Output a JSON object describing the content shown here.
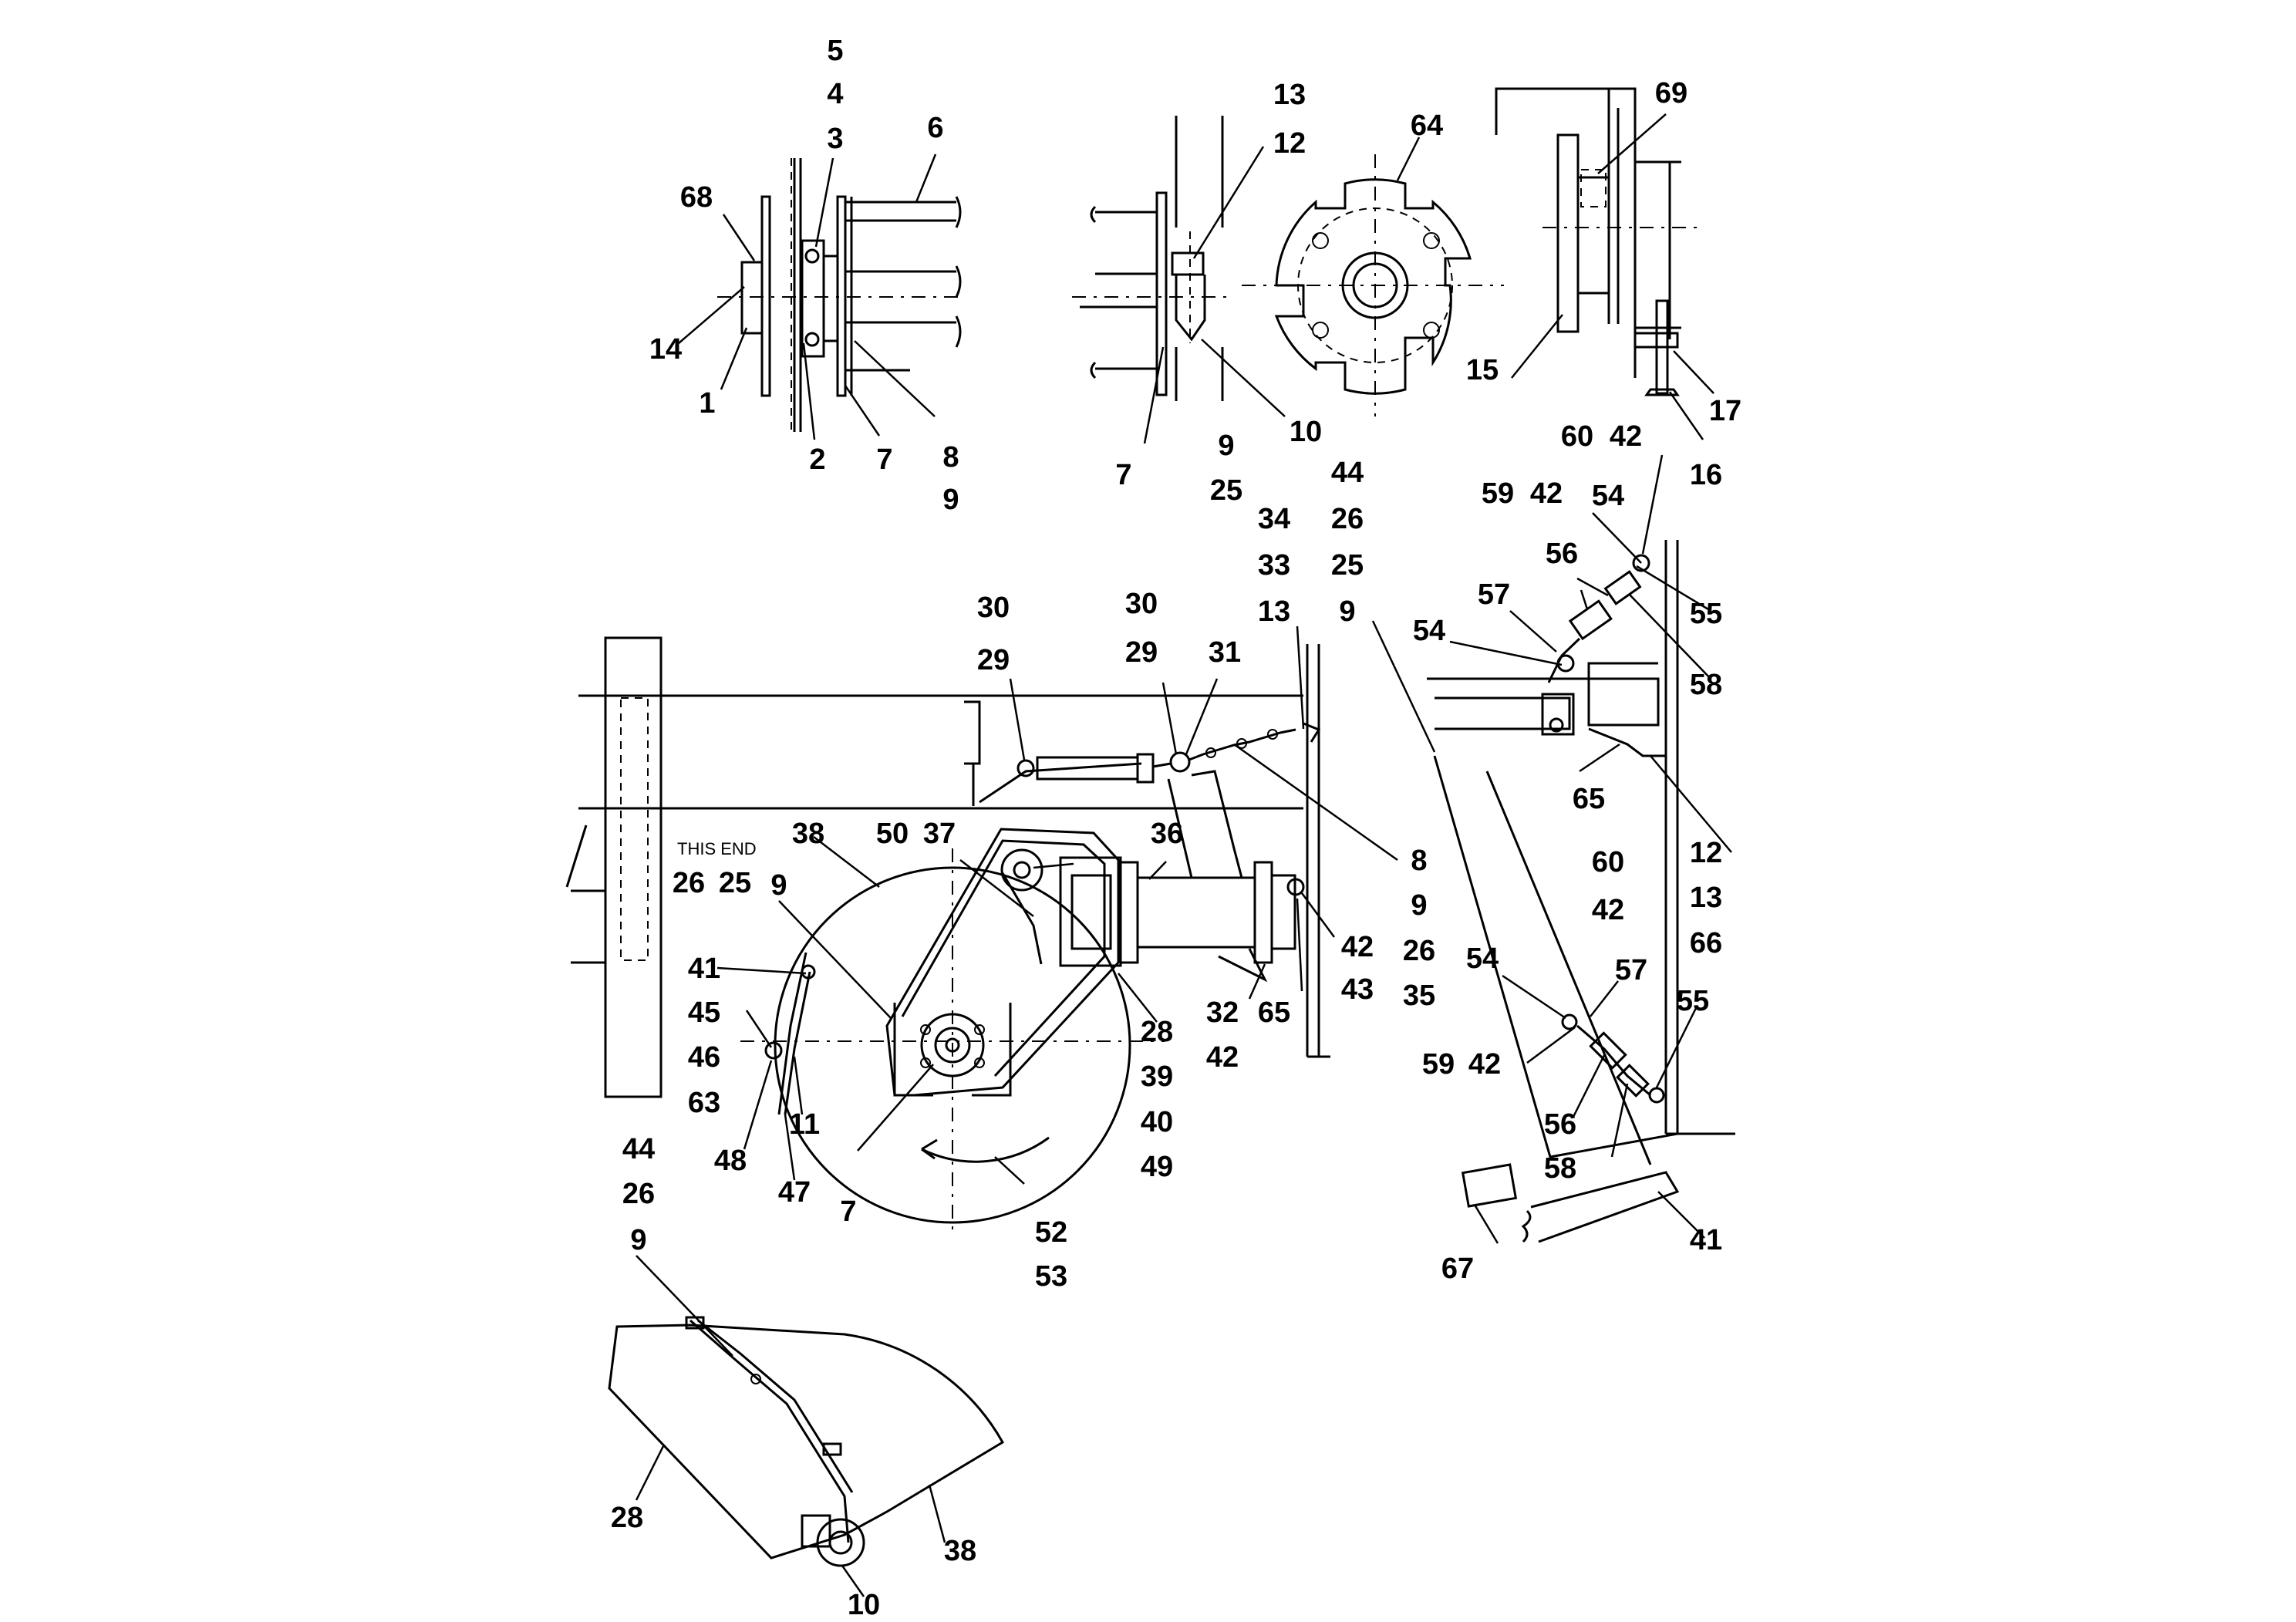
{
  "note_text": "THIS END",
  "callouts": [
    {
      "id": "c5",
      "text": "5"
    },
    {
      "id": "c4",
      "text": "4"
    },
    {
      "id": "c3",
      "text": "3"
    },
    {
      "id": "c6",
      "text": "6"
    },
    {
      "id": "c68",
      "text": "68"
    },
    {
      "id": "c14",
      "text": "14"
    },
    {
      "id": "c1",
      "text": "1"
    },
    {
      "id": "c2",
      "text": "2"
    },
    {
      "id": "c7a",
      "text": "7"
    },
    {
      "id": "c8a",
      "text": "8"
    },
    {
      "id": "c9a",
      "text": "9"
    },
    {
      "id": "c13a",
      "text": "13"
    },
    {
      "id": "c12a",
      "text": "12"
    },
    {
      "id": "c64",
      "text": "64"
    },
    {
      "id": "c69",
      "text": "69"
    },
    {
      "id": "c15",
      "text": "15"
    },
    {
      "id": "c17",
      "text": "17"
    },
    {
      "id": "c16",
      "text": "16"
    },
    {
      "id": "c7b",
      "text": "7"
    },
    {
      "id": "c9b",
      "text": "9"
    },
    {
      "id": "c10a",
      "text": "10"
    },
    {
      "id": "c25a",
      "text": "25"
    },
    {
      "id": "c44a",
      "text": "44"
    },
    {
      "id": "c26a",
      "text": "26"
    },
    {
      "id": "c25b",
      "text": "25"
    },
    {
      "id": "c9c",
      "text": "9"
    },
    {
      "id": "c34",
      "text": "34"
    },
    {
      "id": "c33",
      "text": "33"
    },
    {
      "id": "c13b",
      "text": "13"
    },
    {
      "id": "c60a",
      "text": "60"
    },
    {
      "id": "c42a",
      "text": "42"
    },
    {
      "id": "c59a",
      "text": "59"
    },
    {
      "id": "c42b",
      "text": "42"
    },
    {
      "id": "c54a",
      "text": "54"
    },
    {
      "id": "c56a",
      "text": "56"
    },
    {
      "id": "c57a",
      "text": "57"
    },
    {
      "id": "c55a",
      "text": "55"
    },
    {
      "id": "c54b",
      "text": "54"
    },
    {
      "id": "c58a",
      "text": "58"
    },
    {
      "id": "c30a",
      "text": "30"
    },
    {
      "id": "c29a",
      "text": "29"
    },
    {
      "id": "c30b",
      "text": "30"
    },
    {
      "id": "c29b",
      "text": "29"
    },
    {
      "id": "c31",
      "text": "31"
    },
    {
      "id": "c65a",
      "text": "65"
    },
    {
      "id": "c12b",
      "text": "12"
    },
    {
      "id": "c13c",
      "text": "13"
    },
    {
      "id": "c66",
      "text": "66"
    },
    {
      "id": "c8b",
      "text": "8"
    },
    {
      "id": "c9d",
      "text": "9"
    },
    {
      "id": "c26b",
      "text": "26"
    },
    {
      "id": "c35",
      "text": "35"
    },
    {
      "id": "c42c",
      "text": "42"
    },
    {
      "id": "c43",
      "text": "43"
    },
    {
      "id": "c38a",
      "text": "38"
    },
    {
      "id": "c50",
      "text": "50"
    },
    {
      "id": "c37",
      "text": "37"
    },
    {
      "id": "c36",
      "text": "36"
    },
    {
      "id": "c26c",
      "text": "26"
    },
    {
      "id": "c25c",
      "text": "25"
    },
    {
      "id": "c9e",
      "text": "9"
    },
    {
      "id": "c41a",
      "text": "41"
    },
    {
      "id": "c45",
      "text": "45"
    },
    {
      "id": "c46",
      "text": "46"
    },
    {
      "id": "c63",
      "text": "63"
    },
    {
      "id": "c48",
      "text": "48"
    },
    {
      "id": "c47",
      "text": "47"
    },
    {
      "id": "c11",
      "text": "11"
    },
    {
      "id": "c7c",
      "text": "7"
    },
    {
      "id": "c28a",
      "text": "28"
    },
    {
      "id": "c39",
      "text": "39"
    },
    {
      "id": "c40",
      "text": "40"
    },
    {
      "id": "c49",
      "text": "49"
    },
    {
      "id": "c32",
      "text": "32"
    },
    {
      "id": "c42d",
      "text": "42"
    },
    {
      "id": "c65b",
      "text": "65"
    },
    {
      "id": "c52",
      "text": "52"
    },
    {
      "id": "c53",
      "text": "53"
    },
    {
      "id": "c44b",
      "text": "44"
    },
    {
      "id": "c26d",
      "text": "26"
    },
    {
      "id": "c9f",
      "text": "9"
    },
    {
      "id": "c60b",
      "text": "60"
    },
    {
      "id": "c42e",
      "text": "42"
    },
    {
      "id": "c54c",
      "text": "54"
    },
    {
      "id": "c57b",
      "text": "57"
    },
    {
      "id": "c55b",
      "text": "55"
    },
    {
      "id": "c59b",
      "text": "59"
    },
    {
      "id": "c42f",
      "text": "42"
    },
    {
      "id": "c56b",
      "text": "56"
    },
    {
      "id": "c58b",
      "text": "58"
    },
    {
      "id": "c67",
      "text": "67"
    },
    {
      "id": "c41b",
      "text": "41"
    },
    {
      "id": "c28b",
      "text": "28"
    },
    {
      "id": "c38b",
      "text": "38"
    },
    {
      "id": "c10b",
      "text": "10"
    }
  ]
}
